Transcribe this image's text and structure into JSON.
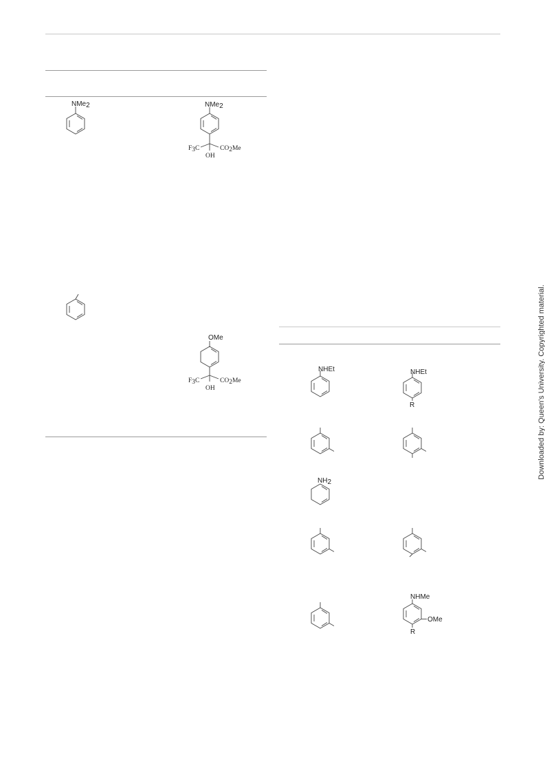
{
  "page": {
    "watermark": "Downloaded by: Queen's University. Copyrighted material."
  },
  "left_table": {
    "structures": [
      {
        "name": "dimethylaniline",
        "label_main": "NMe",
        "label_sub": "2"
      },
      {
        "name": "product-dimethylamino",
        "label_top_main": "NMe",
        "label_top_sub": "2",
        "cf3_main": "F",
        "cf3_sub": "3",
        "cf3_tail": "C",
        "oh": "OH",
        "ester_main": "CO",
        "ester_sub": "2",
        "ester_tail": "Me"
      },
      {
        "name": "toluene-fragment"
      },
      {
        "name": "product-methoxy",
        "label_top": "OMe",
        "cf3_main": "F",
        "cf3_sub": "3",
        "cf3_tail": "C",
        "oh": "OH",
        "ester_main": "CO",
        "ester_sub": "2",
        "ester_tail": "Me"
      }
    ]
  },
  "right_table": {
    "structures": [
      {
        "name": "n-ethylaniline",
        "label": "NHEt"
      },
      {
        "name": "n-ethylaniline-R",
        "label_top": "NHEt",
        "label_bottom": "R"
      },
      {
        "name": "m-xylene-fragment-1"
      },
      {
        "name": "trimethyl-fragment-1"
      },
      {
        "name": "aniline-nh2",
        "label_main": "NH",
        "label_sub": "2"
      },
      {
        "name": "m-xylene-fragment-2"
      },
      {
        "name": "trimethyl-fragment-2"
      },
      {
        "name": "m-xylene-fragment-3"
      },
      {
        "name": "n-methyl-methoxy-aniline",
        "label_top": "NHMe",
        "label_side": "OMe",
        "label_bottom": "R"
      }
    ]
  }
}
